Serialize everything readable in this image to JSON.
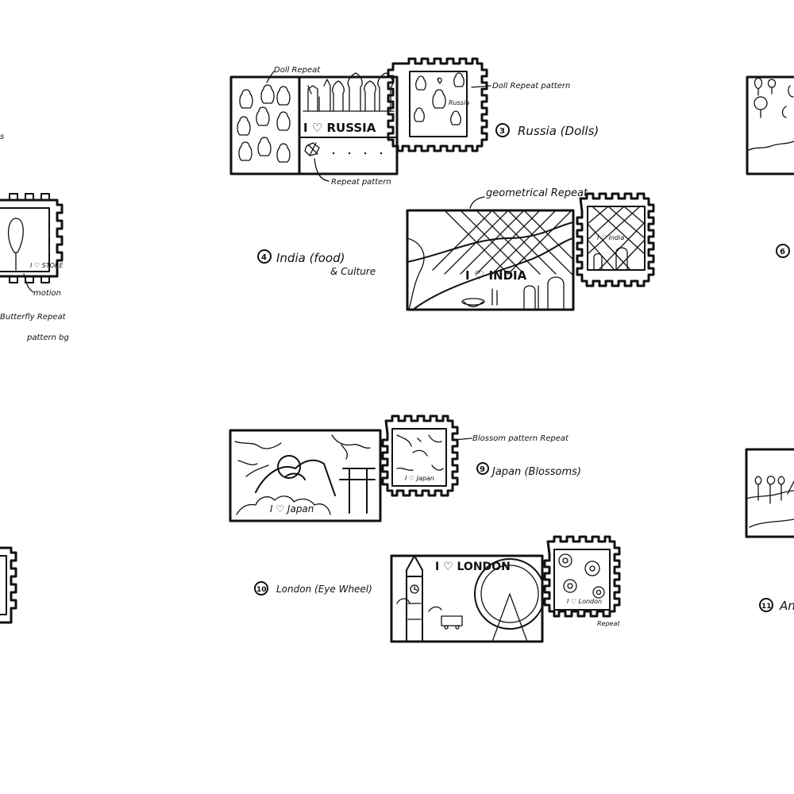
{
  "colors": {
    "ink": "#111111",
    "paper": "#ffffff"
  },
  "left_edge": {
    "partial_s": "s",
    "card_text": "I ♡ STORE",
    "label_motion": "motion",
    "label_repeat": "Butterfly Repeat",
    "label_bg": "pattern bg"
  },
  "russia": {
    "label_doll": "Doll Repeat",
    "postcard_text": "I ♡ RUSSIA",
    "label_pattern": "Repeat pattern",
    "stamp_label": "Doll Repeat pattern",
    "stamp_small": "Russia",
    "caption_num": "3",
    "caption": "Russia (Dolls)"
  },
  "india": {
    "label_geo": "geometrical Repeat",
    "postcard_text": "I ♡ INDIA",
    "stamp_text": "I ♡ India",
    "caption_num": "4",
    "caption_line1": "India (food)",
    "caption_line2": "& Culture"
  },
  "right_top": {
    "caption_num": "6"
  },
  "japan": {
    "postcard_text": "I ♡ Japan",
    "stamp_text": "I ♡ Japan",
    "label_blossom": "Blossom pattern Repeat",
    "caption_num": "9",
    "caption": "Japan (Blossoms)"
  },
  "london": {
    "postcard_text": "I ♡ LONDON",
    "stamp_text": "I ♡ London",
    "label_repeat": "Repeat",
    "caption_num": "10",
    "caption": "London (Eye Wheel)"
  },
  "right_bottom": {
    "caption_num": "11",
    "caption": "An"
  }
}
